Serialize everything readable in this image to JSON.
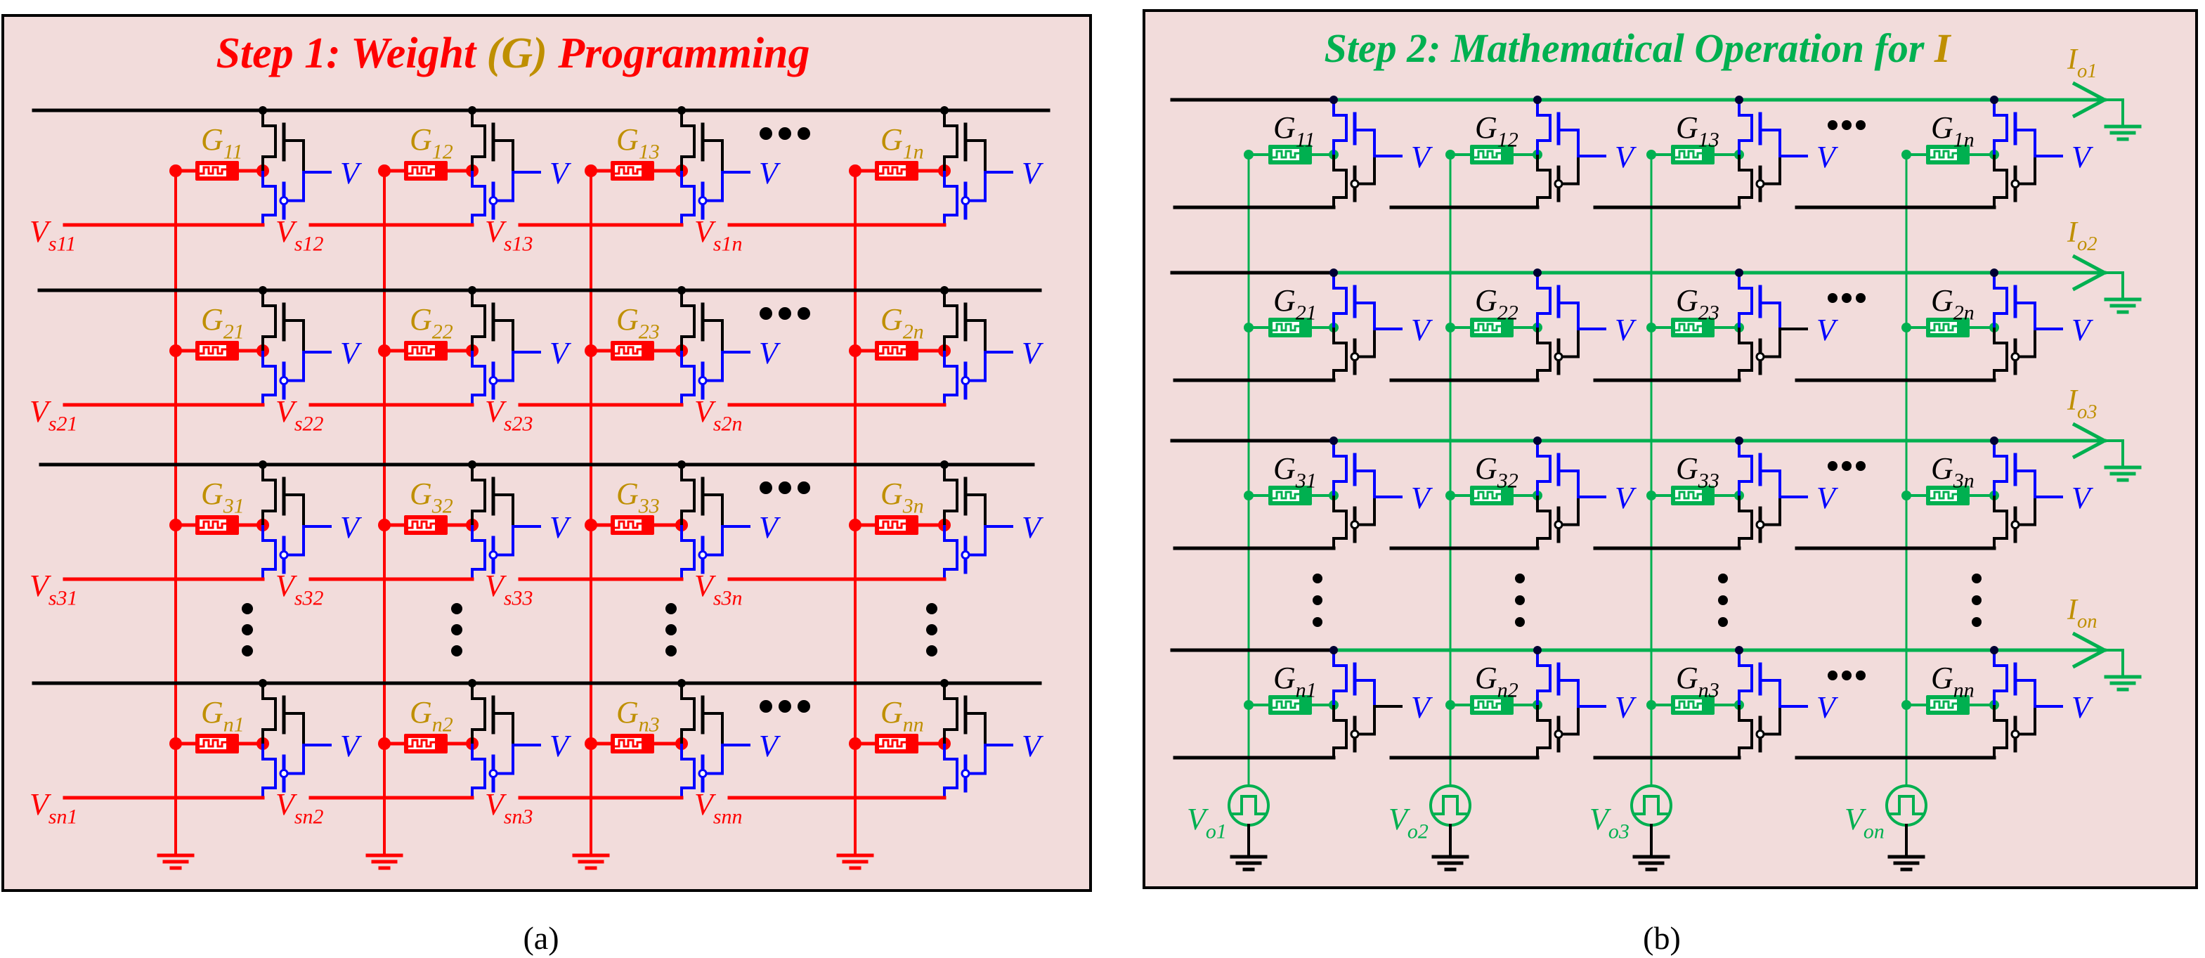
{
  "colors": {
    "background": "#f2dcdb",
    "wire": "#000000",
    "red": "#ff0000",
    "gold": "#bf8f00",
    "green": "#00b050",
    "blue": "#0000ff",
    "border": "#000000"
  },
  "panel_a": {
    "caption": "(a)",
    "title_parts": [
      {
        "text": "Step 1: Weight ",
        "color": "red"
      },
      {
        "text": "(G)",
        "color": "gold"
      },
      {
        "text": " Programming",
        "color": "red"
      }
    ],
    "rows": [
      {
        "cells": [
          {
            "g": "G",
            "g_sub": "11",
            "vs": "V",
            "vs_sub": "s11"
          },
          {
            "g": "G",
            "g_sub": "12",
            "vs": "V",
            "vs_sub": "s12"
          },
          {
            "g": "G",
            "g_sub": "13",
            "vs": "V",
            "vs_sub": "s13"
          },
          {
            "g": "G",
            "g_sub": "1n",
            "vs": "V",
            "vs_sub": "s1n"
          }
        ]
      },
      {
        "cells": [
          {
            "g": "G",
            "g_sub": "21",
            "vs": "V",
            "vs_sub": "s21"
          },
          {
            "g": "G",
            "g_sub": "22",
            "vs": "V",
            "vs_sub": "s22"
          },
          {
            "g": "G",
            "g_sub": "23",
            "vs": "V",
            "vs_sub": "s23"
          },
          {
            "g": "G",
            "g_sub": "2n",
            "vs": "V",
            "vs_sub": "s2n"
          }
        ]
      },
      {
        "cells": [
          {
            "g": "G",
            "g_sub": "31",
            "vs": "V",
            "vs_sub": "s31"
          },
          {
            "g": "G",
            "g_sub": "32",
            "vs": "V",
            "vs_sub": "s32"
          },
          {
            "g": "G",
            "g_sub": "33",
            "vs": "V",
            "vs_sub": "s33"
          },
          {
            "g": "G",
            "g_sub": "3n",
            "vs": "V",
            "vs_sub": "s3n"
          }
        ]
      },
      {
        "cells": [
          {
            "g": "G",
            "g_sub": "n1",
            "vs": "V",
            "vs_sub": "sn1"
          },
          {
            "g": "G",
            "g_sub": "n2",
            "vs": "V",
            "vs_sub": "sn2"
          },
          {
            "g": "G",
            "g_sub": "n3",
            "vs": "V",
            "vs_sub": "sn3"
          },
          {
            "g": "G",
            "g_sub": "nn",
            "vs": "V",
            "vs_sub": "snn"
          }
        ]
      }
    ],
    "gate_label": "V",
    "ellipsis_h": "•••",
    "ellipsis_v": "⋮"
  },
  "panel_b": {
    "caption": "(b)",
    "title_parts": [
      {
        "text": "Step 2: Mathematical Operation for ",
        "color": "green"
      },
      {
        "text": "I",
        "color": "gold"
      }
    ],
    "rows": [
      {
        "out": "I",
        "out_sub": "o1",
        "cells": [
          {
            "g": "G",
            "g_sub": "11"
          },
          {
            "g": "G",
            "g_sub": "12"
          },
          {
            "g": "G",
            "g_sub": "13"
          },
          {
            "g": "G",
            "g_sub": "1n"
          }
        ]
      },
      {
        "out": "I",
        "out_sub": "o2",
        "cells": [
          {
            "g": "G",
            "g_sub": "21"
          },
          {
            "g": "G",
            "g_sub": "22"
          },
          {
            "g": "G",
            "g_sub": "23"
          },
          {
            "g": "G",
            "g_sub": "2n"
          }
        ]
      },
      {
        "out": "I",
        "out_sub": "o3",
        "cells": [
          {
            "g": "G",
            "g_sub": "31"
          },
          {
            "g": "G",
            "g_sub": "32"
          },
          {
            "g": "G",
            "g_sub": "33"
          },
          {
            "g": "G",
            "g_sub": "3n"
          }
        ]
      },
      {
        "out": "I",
        "out_sub": "on",
        "cells": [
          {
            "g": "G",
            "g_sub": "n1"
          },
          {
            "g": "G",
            "g_sub": "n2"
          },
          {
            "g": "G",
            "g_sub": "n3"
          },
          {
            "g": "G",
            "g_sub": "nn"
          }
        ]
      }
    ],
    "sources": [
      {
        "v": "V",
        "v_sub": "o1"
      },
      {
        "v": "V",
        "v_sub": "o2"
      },
      {
        "v": "V",
        "v_sub": "o3"
      },
      {
        "v": "V",
        "v_sub": "on"
      }
    ],
    "gate_label": "V"
  },
  "icons": {
    "memristor": "memristor-icon",
    "nmos": "nmos-transistor-icon",
    "pmos": "pmos-transistor-icon",
    "ground": "ground-icon",
    "pulse_source": "pulse-voltage-source-icon",
    "arrow": "current-arrow-icon"
  }
}
